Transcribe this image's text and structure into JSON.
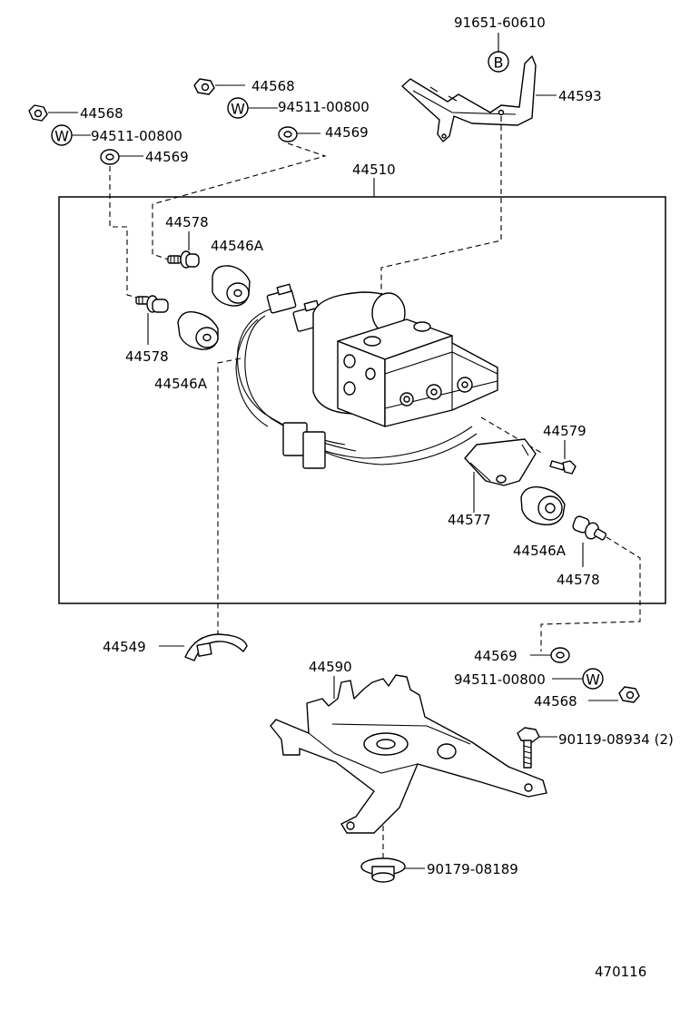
{
  "callouts": {
    "p91651": "91651-60610",
    "p44593": "44593",
    "p44568_a": "44568",
    "p94511_a": "94511-00800",
    "p44569_a": "44569",
    "p44568_b": "44568",
    "p94511_b": "94511-00800",
    "p44569_b": "44569",
    "p44510": "44510",
    "p44578_a": "44578",
    "p44546A_a": "44546A",
    "p44578_b": "44578",
    "p44546A_b": "44546A",
    "p44579": "44579",
    "p44577": "44577",
    "p44546A_c": "44546A",
    "p44578_c": "44578",
    "p44549": "44549",
    "p44590": "44590",
    "p44569_c": "44569",
    "p94511_c": "94511-00800",
    "p44568_c": "44568",
    "p90119": "90119-08934 (2)",
    "p90179": "90179-08189"
  },
  "symbols": {
    "b_mark": "B",
    "w_mark_1": "W",
    "w_mark_2": "W",
    "w_mark_3": "W"
  },
  "figure_id": "470116"
}
